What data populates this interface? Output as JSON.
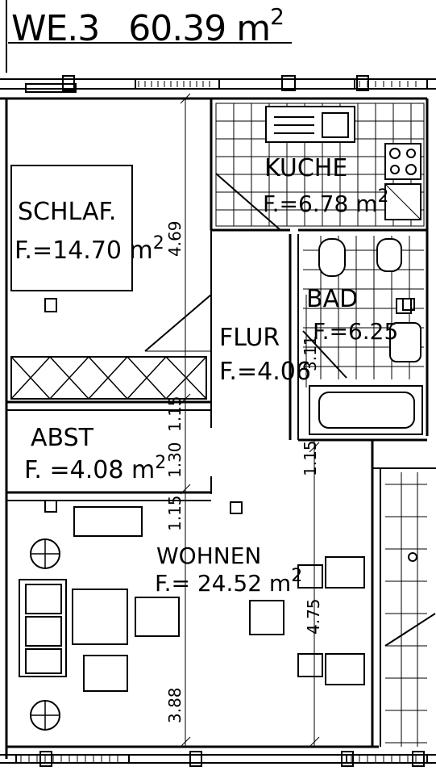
{
  "header": {
    "unit": "WE.3",
    "area": "60.39 m",
    "area_exp": "2"
  },
  "rooms": {
    "schlaf": {
      "name": "SCHLAF.",
      "area": "F.=14.70 m",
      "exp": "2"
    },
    "kueche": {
      "name": "KUCHE",
      "area": "F.=6.78 m",
      "exp": "2"
    },
    "bad": {
      "name": "BAD",
      "area": "F.=6.25"
    },
    "flur": {
      "name": "FLUR",
      "area": "F.=4.06"
    },
    "abst": {
      "name": "ABST",
      "area": "F. =4.08 m",
      "exp": "2"
    },
    "wohnen": {
      "name": "WOHNEN",
      "area": "F.= 24.52 m",
      "exp": "2"
    }
  },
  "dimensions": {
    "d_469": "4.69",
    "d_115_a": "1.15",
    "d_130": "1.30",
    "d_115_b": "1.15",
    "d_388": "3.88",
    "d_311": "3.11",
    "d_115_c": "1.15",
    "d_475": "4.75"
  },
  "colors": {
    "ink": "#000000",
    "paper": "#ffffff"
  }
}
